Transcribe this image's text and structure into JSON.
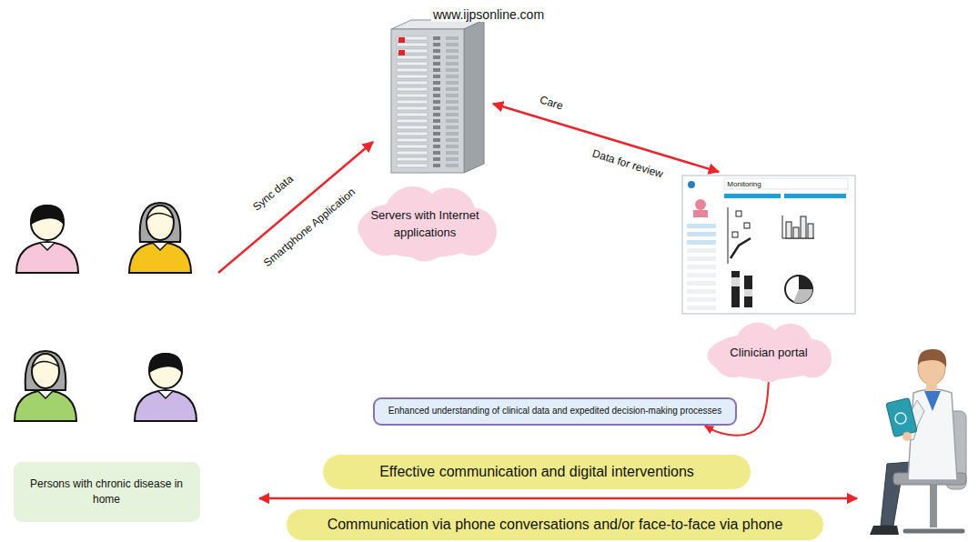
{
  "diagram": {
    "nodes": [
      {
        "text": [
          "Servers with Internet applications"
        ]
      },
      {
        "text": [
          "Clinician portal"
        ]
      },
      {
        "text": [
          "Enhanced understanding of clinical data and expedited decision-making processes"
        ]
      },
      {
        "text": [
          "Persons with chronic disease in home"
        ]
      },
      {
        "text": [
          "Effective communication and digital interventions"
        ]
      },
      {
        "text": [
          "Communication via phone conversations and/or face-to-face via phone"
        ]
      }
    ],
    "edges": [
      {
        "from": 1,
        "to": 2,
        "arrow": "to"
      }
    ],
    "labels": [
      "www.ijpsonline.com",
      "Sync data",
      "Smartphone Application",
      "Care",
      "Data for review",
      "Monitoring"
    ]
  }
}
